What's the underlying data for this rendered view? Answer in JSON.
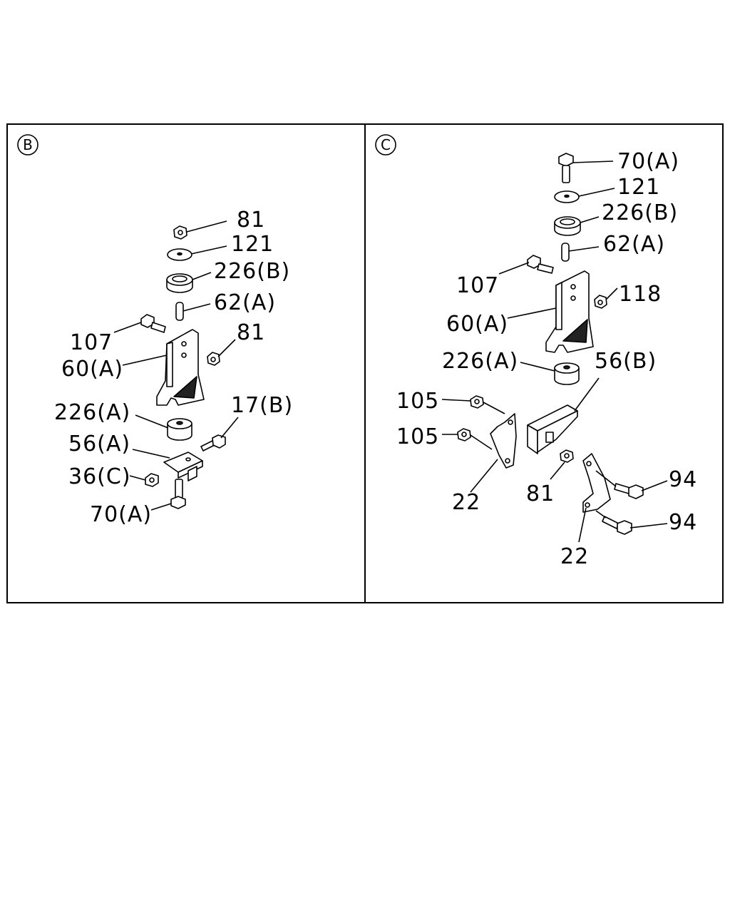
{
  "panels": [
    {
      "id": "B",
      "labels": [
        "81",
        "121",
        "226(B)",
        "62(A)",
        "107",
        "81",
        "60(A)",
        "17(B)",
        "226(A)",
        "56(A)",
        "36(C)",
        "70(A)"
      ]
    },
    {
      "id": "C",
      "labels": [
        "70(A)",
        "121",
        "226(B)",
        "62(A)",
        "107",
        "118",
        "60(A)",
        "226(A)",
        "56(B)",
        "105",
        "105",
        "81",
        "94",
        "94",
        "22",
        "22"
      ]
    }
  ]
}
